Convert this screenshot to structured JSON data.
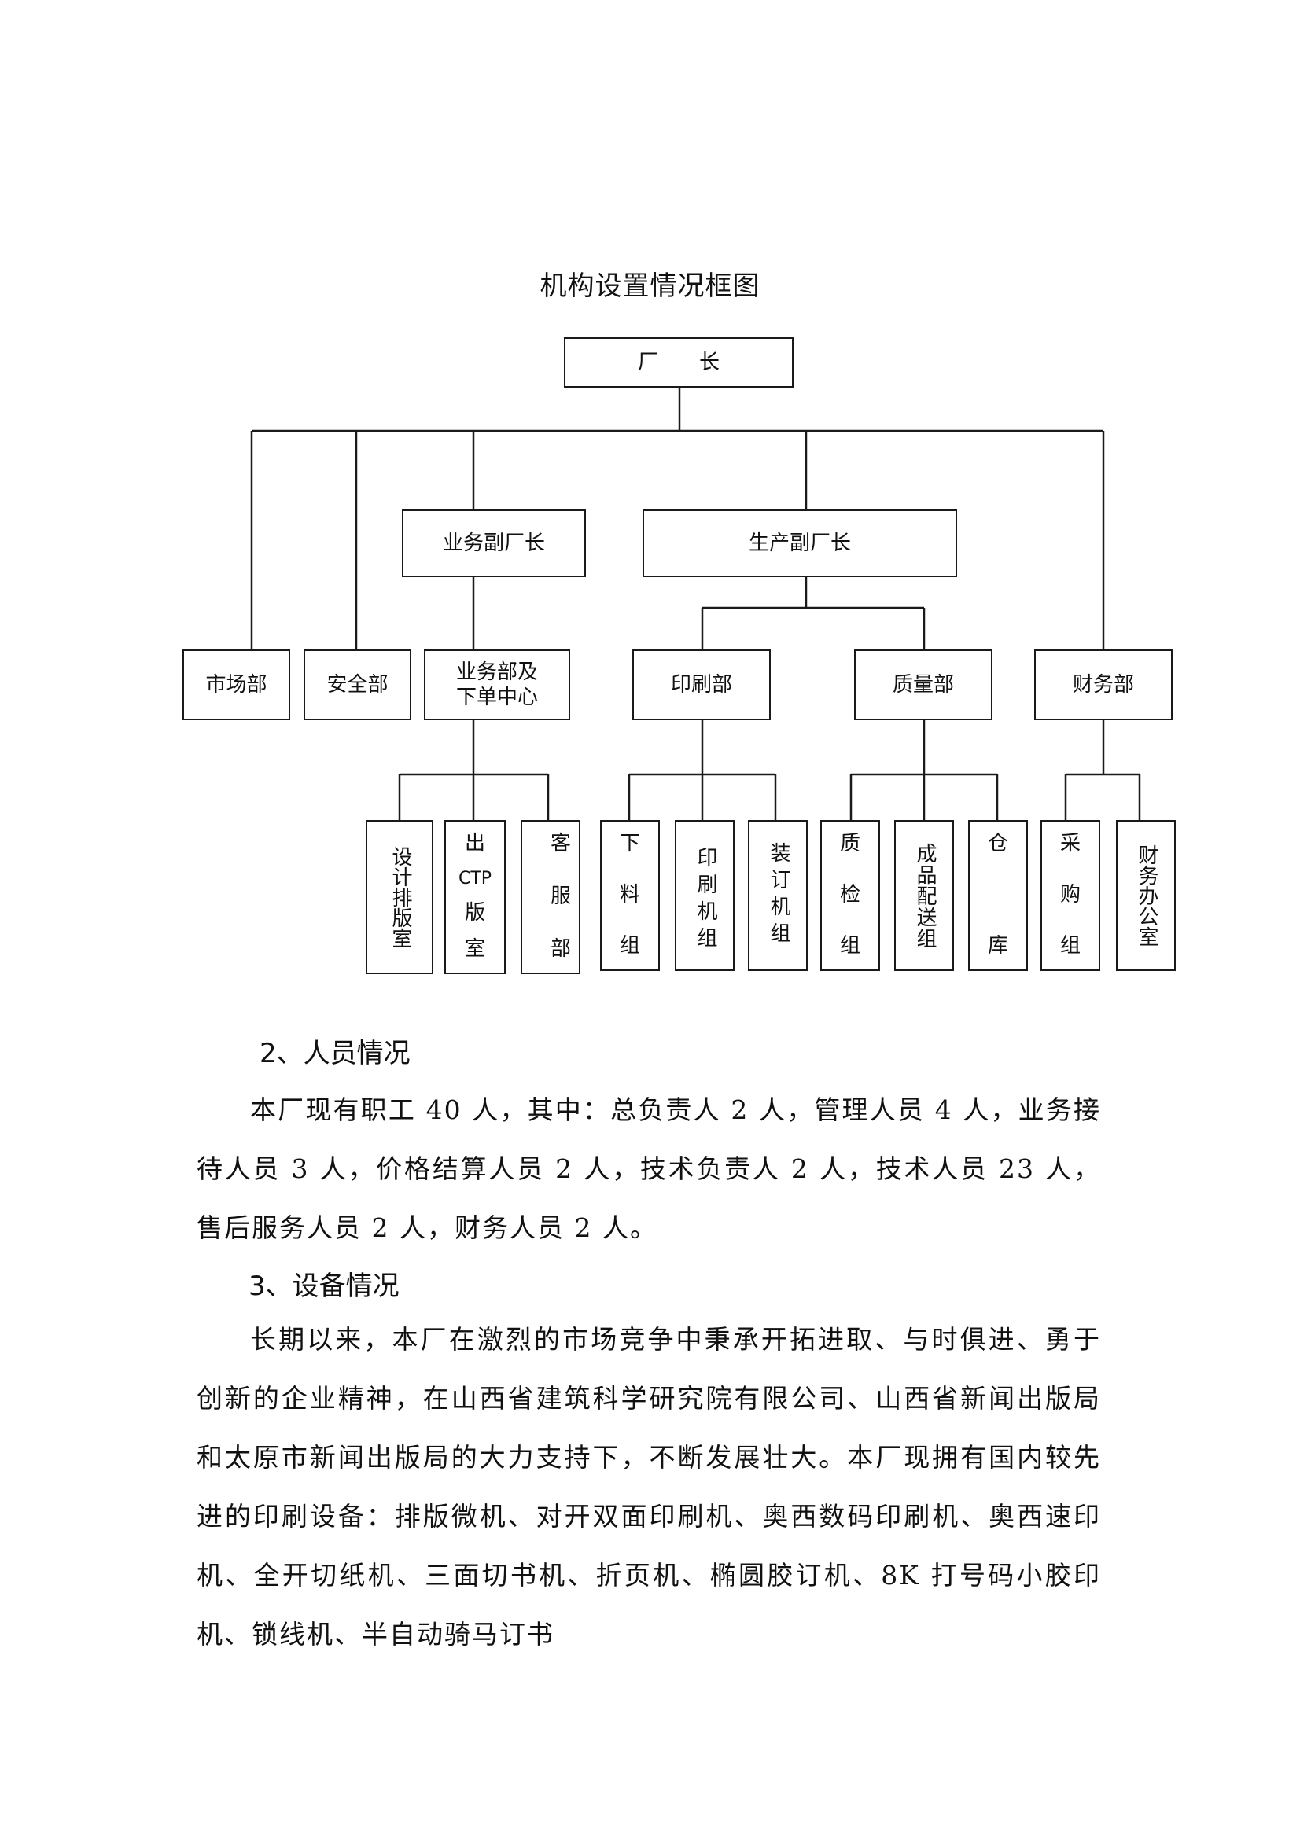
{
  "title": "机构设置情况框图",
  "org": {
    "head": "厂　　长",
    "business_vp": "业务副厂长",
    "production_vp": "生产副厂长",
    "market": "市场部",
    "safety": "安全部",
    "business_dept": [
      "业务部及",
      "下单中心"
    ],
    "printing": "印刷部",
    "quality": "质量部",
    "finance": "财务部",
    "design": "设计排版室",
    "ctp": [
      "出",
      "CTP",
      "版",
      "室"
    ],
    "service": [
      "客",
      "服",
      "部"
    ],
    "cutting": [
      "下",
      "料",
      "组"
    ],
    "press": "印刷机组",
    "binding": "装订机组",
    "inspection": [
      "质",
      "检",
      "组"
    ],
    "delivery": "成品配送组",
    "warehouse": [
      "仓",
      "库"
    ],
    "purchase": [
      "采",
      "购",
      "组"
    ],
    "finance_office": "财务办公室"
  },
  "section2": {
    "heading": "2、人员情况",
    "text": "本厂现有职工 40 人，其中：总负责人 2 人，管理人员 4 人，业务接待人员 3 人，价格结算人员 2 人，技术负责人 2 人，技术人员 23 人，售后服务人员 2 人，财务人员 2 人。"
  },
  "section3": {
    "heading": "3、设备情况",
    "text": "长期以来，本厂在激烈的市场竞争中秉承开拓进取、与时俱进、勇于创新的企业精神，在山西省建筑科学研究院有限公司、山西省新闻出版局和太原市新闻出版局的大力支持下，不断发展壮大。本厂现拥有国内较先进的印刷设备：排版微机、对开双面印刷机、奥西数码印刷机、奥西速印机、全开切纸机、三面切书机、折页机、椭圆胶订机、8K 打号码小胶印机、锁线机、半自动骑马订书"
  }
}
